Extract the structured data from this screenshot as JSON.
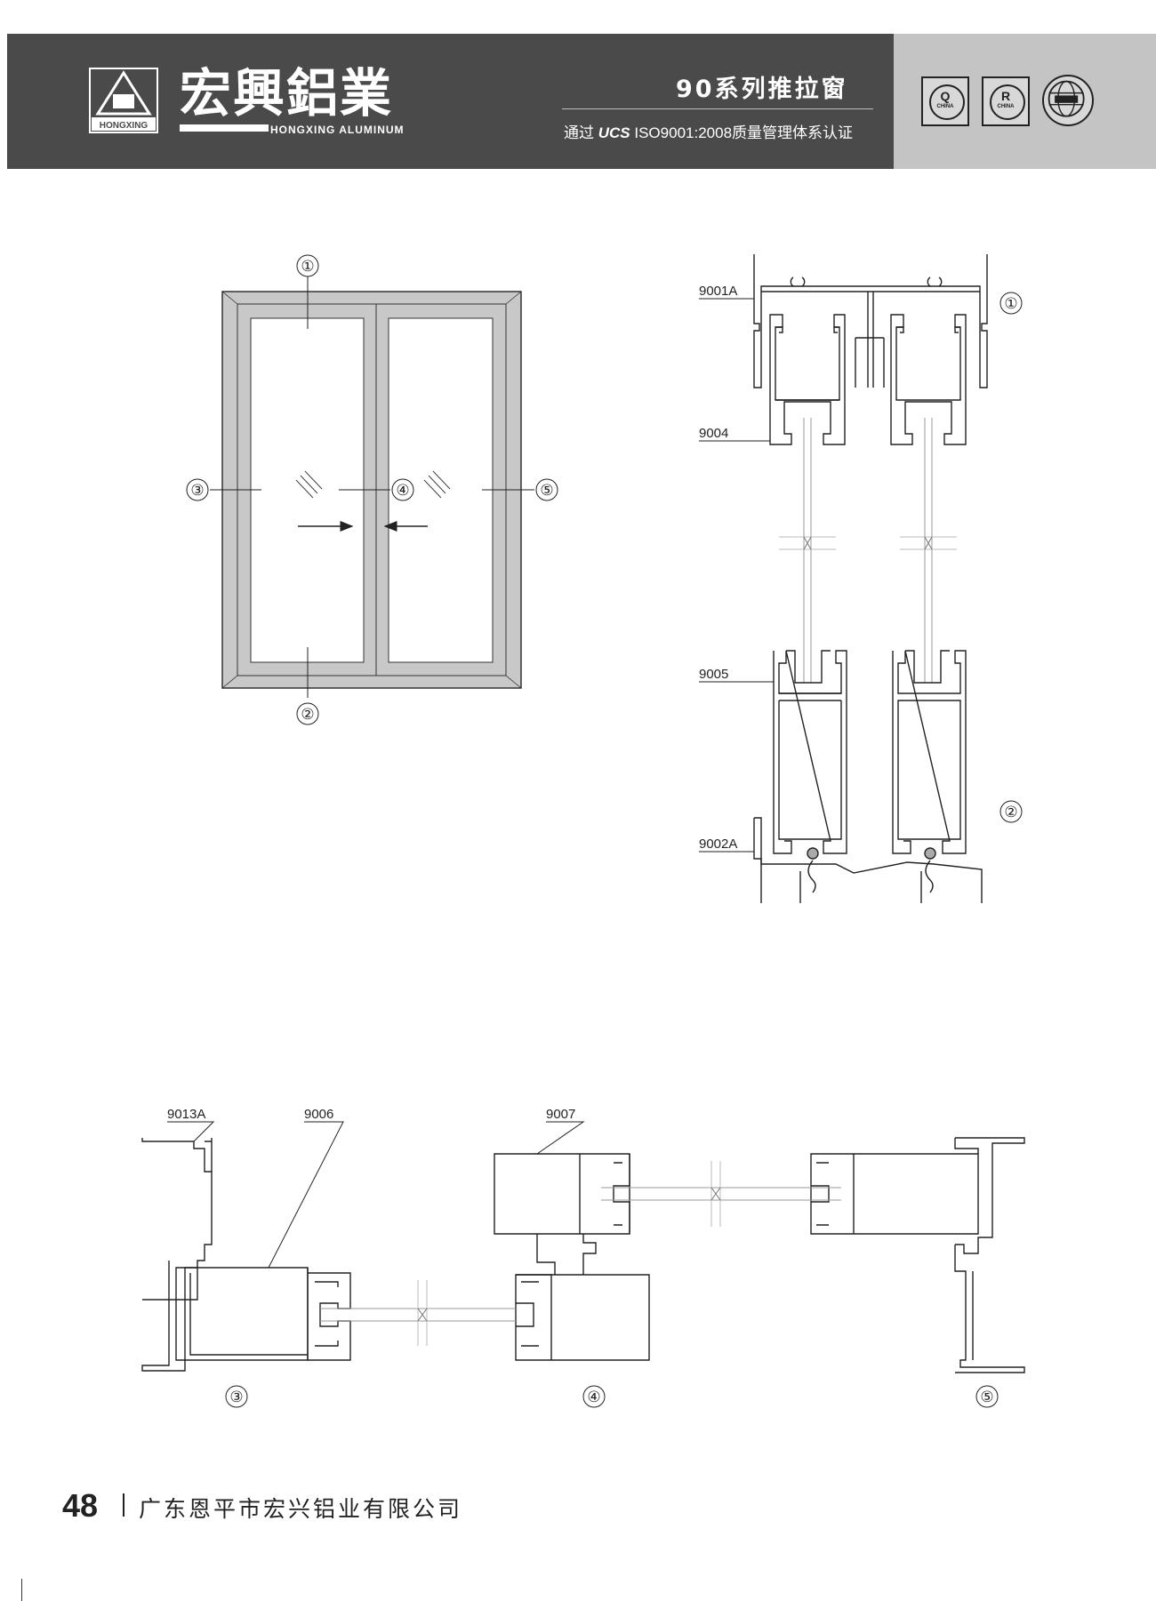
{
  "header": {
    "brand_cn": "宏興鋁業",
    "brand_en": "HONGXING ALUMINUM",
    "logo_text": "HONGXING",
    "series_title": "90系列推拉窗",
    "cert_prefix": "通过",
    "cert_ucs": "UCS",
    "cert_suffix": "ISO9001:2008质量管理体系认证",
    "badges": [
      {
        "glyph": "Q",
        "caption": "CHINA"
      },
      {
        "glyph": "R",
        "caption": "CHINA"
      }
    ]
  },
  "elevation": {
    "markers": [
      "①",
      "②",
      "③",
      "④",
      "⑤"
    ]
  },
  "vertical_section": {
    "labels": {
      "top_frame": "9001A",
      "top_sash": "9004",
      "bottom_sash": "9005",
      "bottom_frame": "9002A"
    },
    "markers": [
      "①",
      "②"
    ]
  },
  "horizontal_section": {
    "labels": {
      "side_frame": "9013A",
      "side_sash": "9006",
      "interlock": "9007"
    },
    "markers": [
      "③",
      "④",
      "⑤"
    ]
  },
  "footer": {
    "page_number": "48",
    "company": "广东恩平市宏兴铝业有限公司"
  }
}
